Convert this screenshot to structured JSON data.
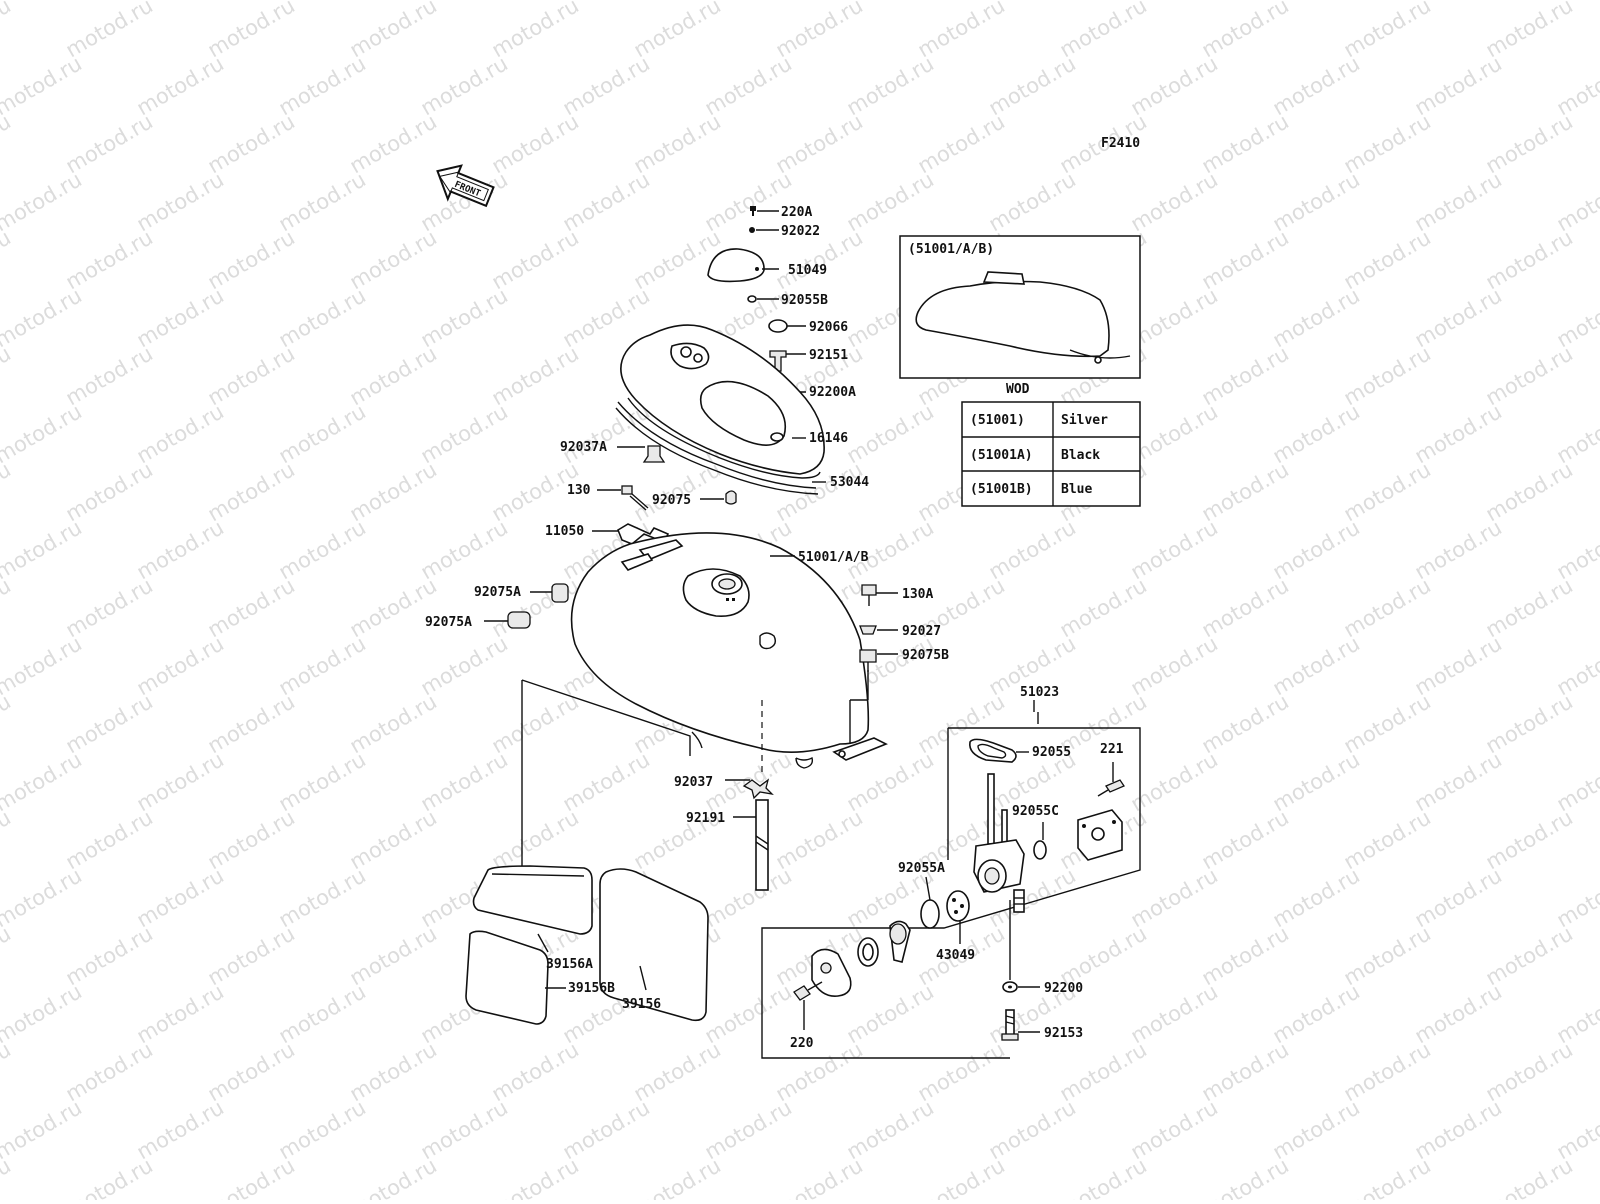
{
  "watermark": "motod.ru",
  "figure_code": "F2410",
  "front_label": "FRONT",
  "inset": {
    "part_label": "(51001/A/B)",
    "caption": "WOD"
  },
  "color_table": [
    {
      "code": "(51001)",
      "color": "Silver"
    },
    {
      "code": "(51001A)",
      "color": "Black"
    },
    {
      "code": "(51001B)",
      "color": "Blue"
    }
  ],
  "parts": {
    "p220A": "220A",
    "p92022": "92022",
    "p51049": "51049",
    "p92055B": "92055B",
    "p92066": "92066",
    "p92151": "92151",
    "p92200A": "92200A",
    "p16146": "16146",
    "p92037A": "92037A",
    "p53044": "53044",
    "p130": "130",
    "p92075": "92075",
    "p11050": "11050",
    "p51001AB": "51001/A/B",
    "p92075A_1": "92075A",
    "p92075A_2": "92075A",
    "p130A": "130A",
    "p92027": "92027",
    "p92075B": "92075B",
    "p51023": "51023",
    "p92055": "92055",
    "p221": "221",
    "p92037": "92037",
    "p92055C": "92055C",
    "p92191": "92191",
    "p92055A": "92055A",
    "p43049": "43049",
    "p39156A": "39156A",
    "p39156B": "39156B",
    "p39156": "39156",
    "p92200": "92200",
    "p220": "220",
    "p92153": "92153"
  }
}
